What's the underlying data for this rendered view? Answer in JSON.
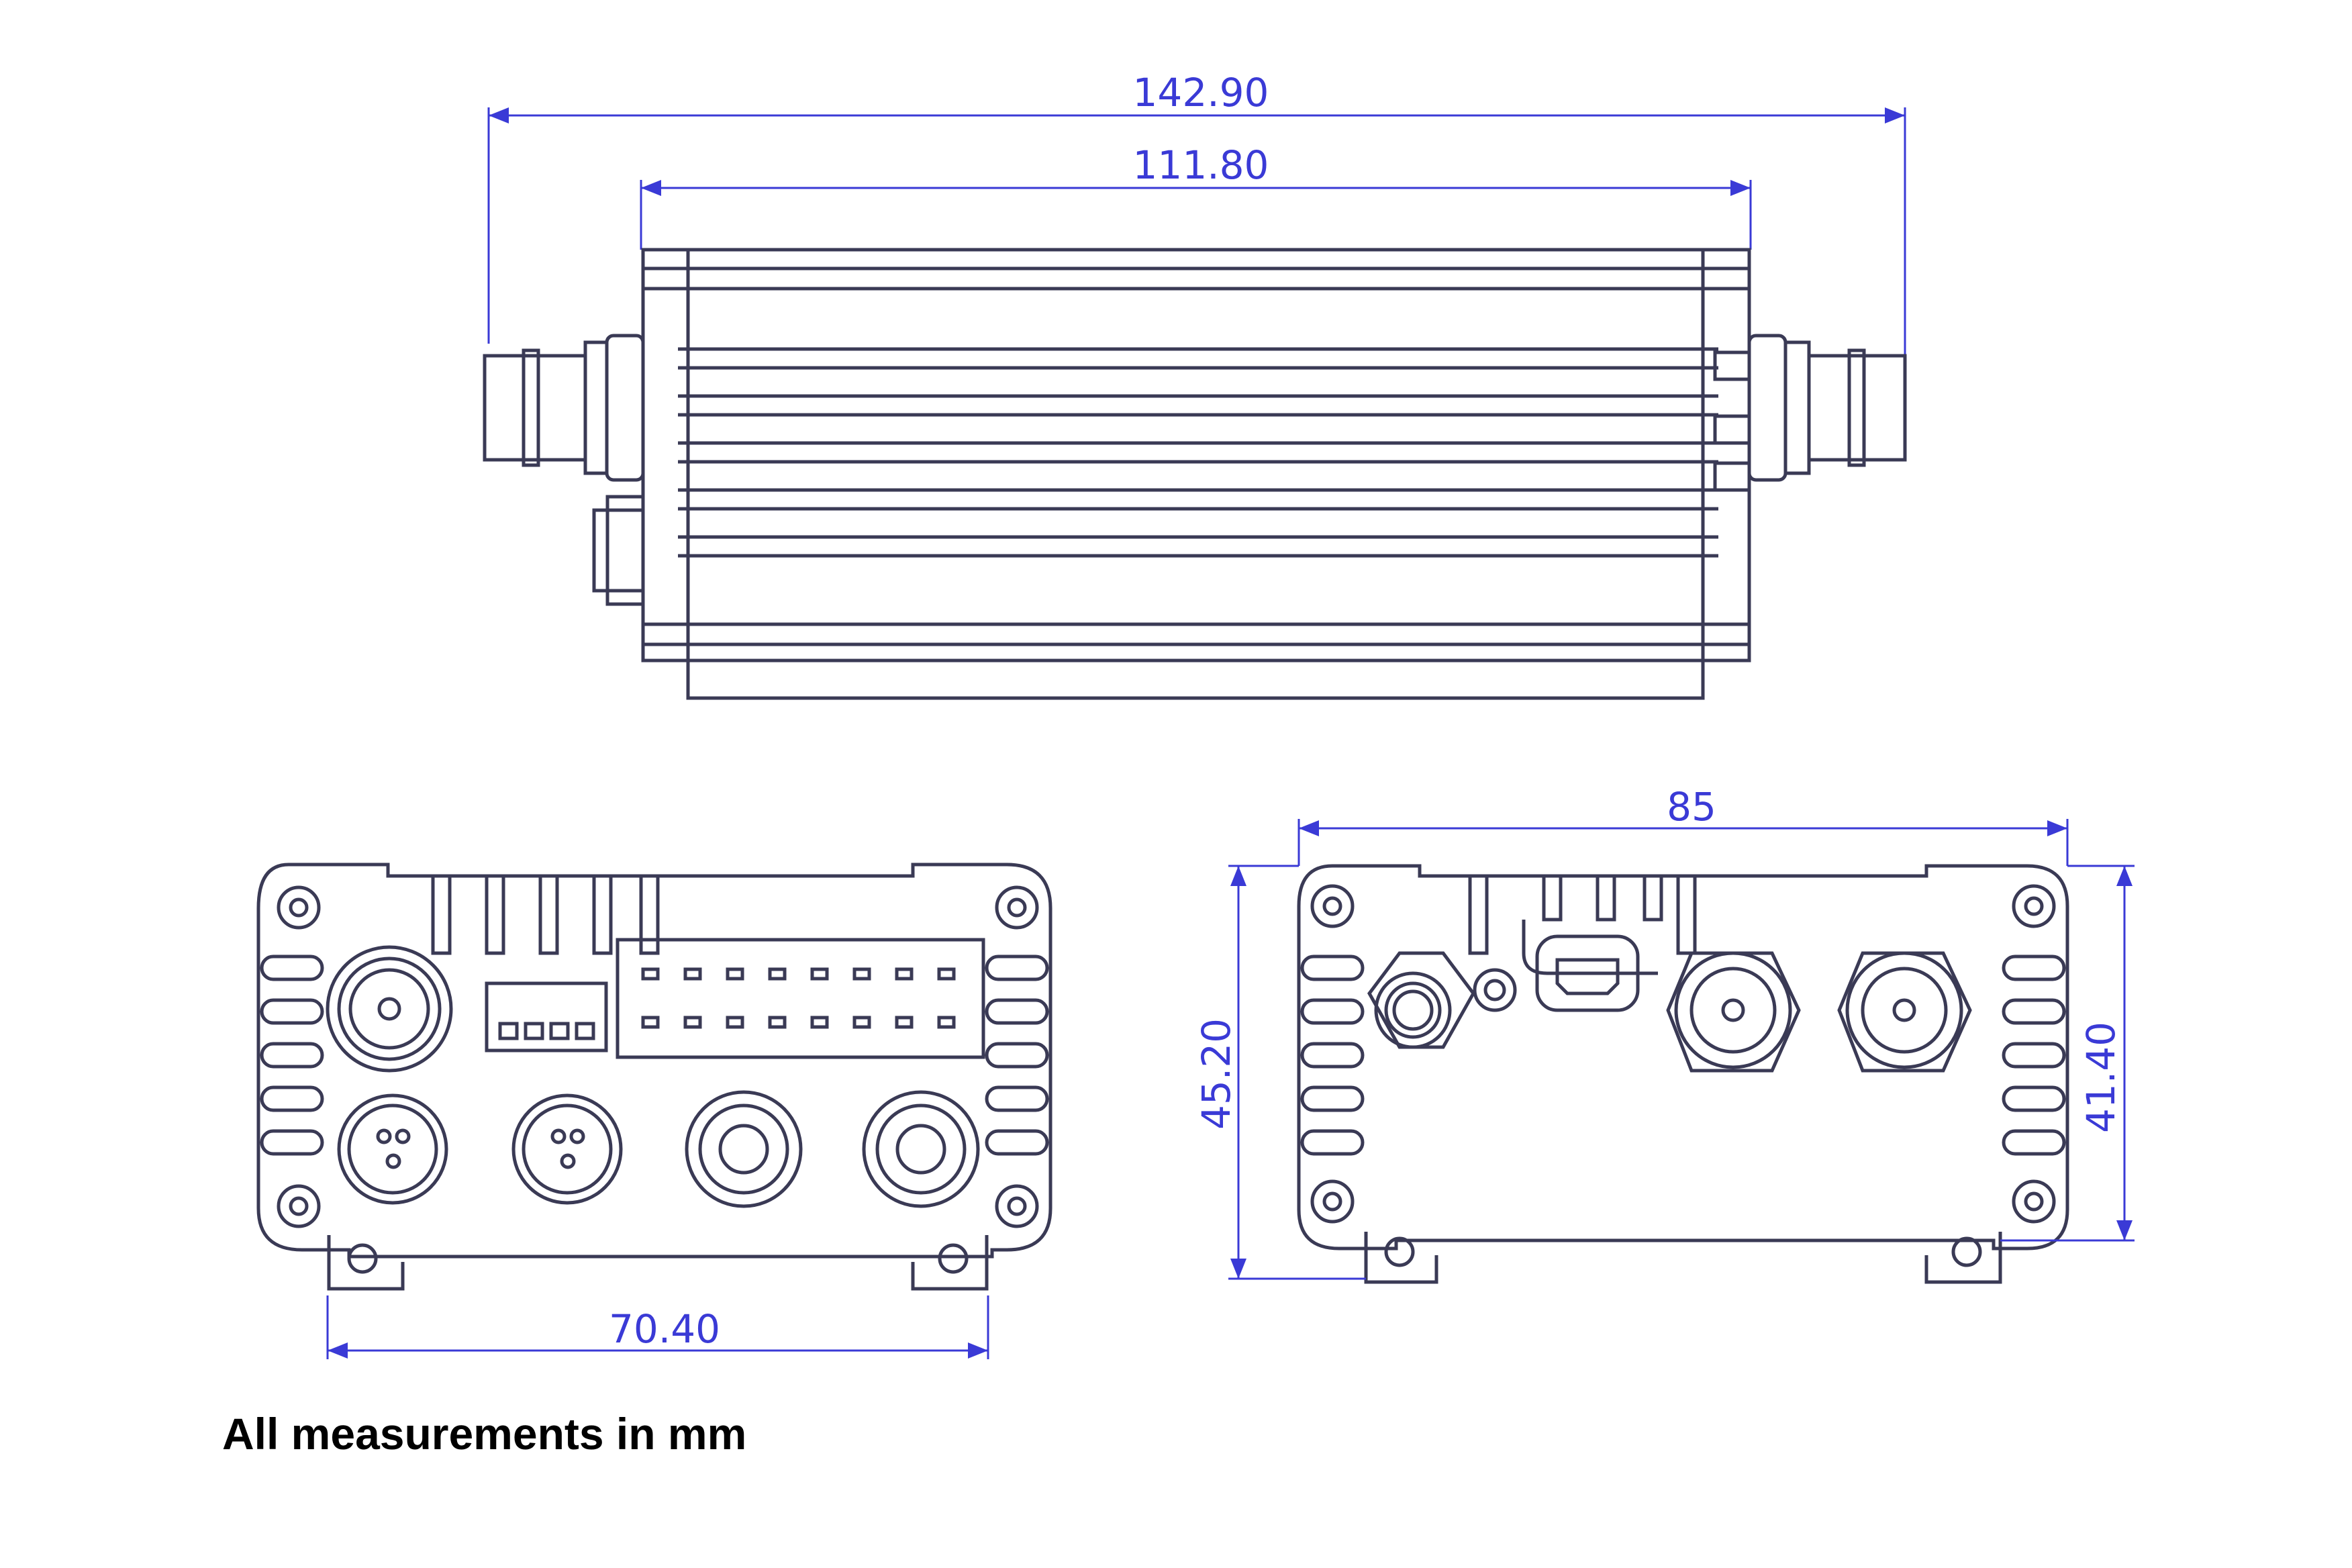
{
  "dimensions": {
    "overall_length": "142.90",
    "body_length": "111.80",
    "front_width": "70.40",
    "rear_width": "85",
    "overall_height": "45.20",
    "body_height": "41.40"
  },
  "note": "All measurements in mm",
  "colors": {
    "outline": "#3a3a55",
    "dimension": "#3a3ad6",
    "text": "#000000"
  }
}
